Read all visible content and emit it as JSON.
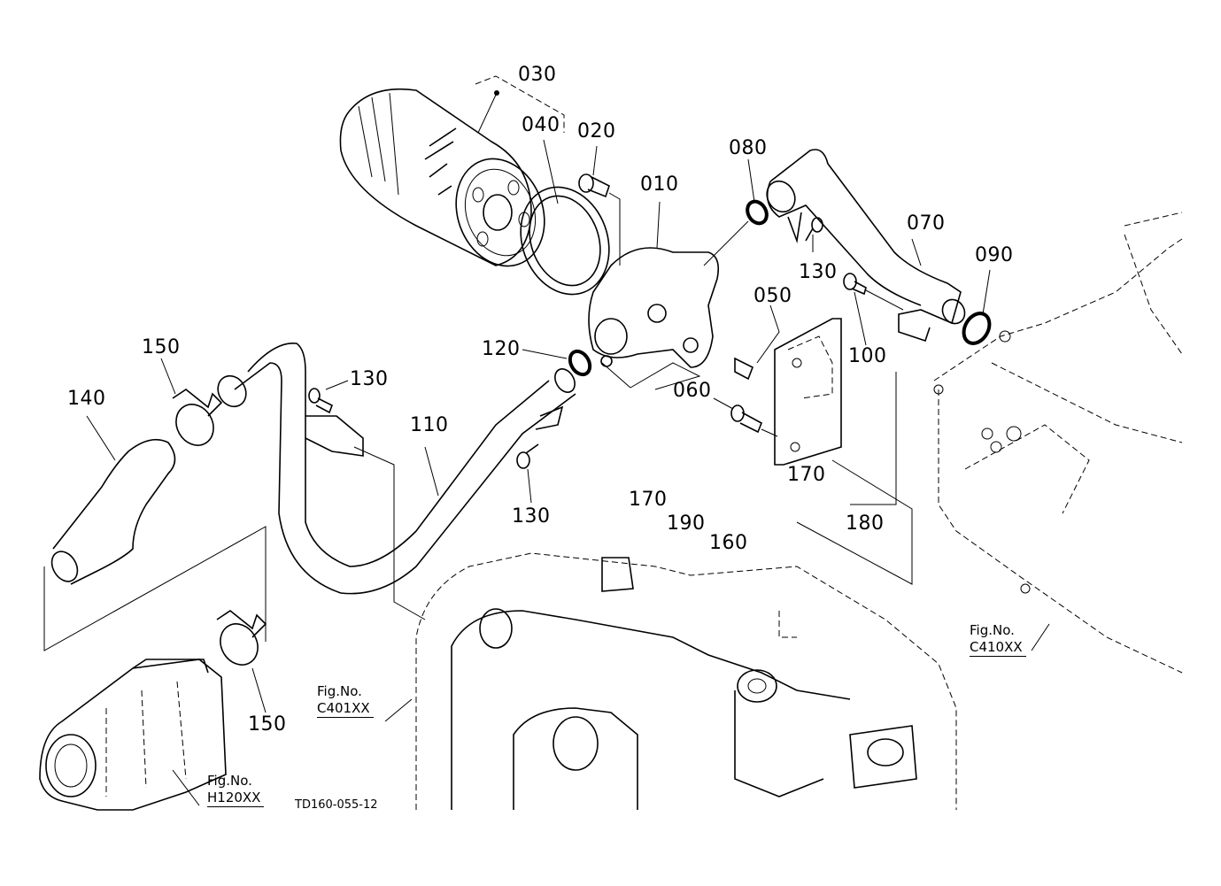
{
  "diagram": {
    "title": "Oil filter and suction pipe assembly",
    "drawing_id": "TD160-055-12",
    "parts": [
      {
        "id": "010",
        "name": "filter-bracket"
      },
      {
        "id": "020",
        "name": "bolt"
      },
      {
        "id": "030",
        "name": "oil-filter-cartridge"
      },
      {
        "id": "040",
        "name": "gasket"
      },
      {
        "id": "050",
        "name": "plate"
      },
      {
        "id": "060",
        "name": "bolt"
      },
      {
        "id": "070",
        "name": "pipe"
      },
      {
        "id": "080",
        "name": "o-ring"
      },
      {
        "id": "090",
        "name": "o-ring"
      },
      {
        "id": "100",
        "name": "bolt"
      },
      {
        "id": "110",
        "name": "pipe"
      },
      {
        "id": "120",
        "name": "o-ring"
      },
      {
        "id": "130",
        "name": "bolt"
      },
      {
        "id": "140",
        "name": "hose"
      },
      {
        "id": "150",
        "name": "clamp"
      },
      {
        "id": "160",
        "name": "pipe"
      },
      {
        "id": "170",
        "name": "o-ring"
      },
      {
        "id": "180",
        "name": "gasket"
      },
      {
        "id": "190",
        "name": "bolt"
      }
    ],
    "labels": {
      "l010": "010",
      "l020": "020",
      "l030": "030",
      "l040": "040",
      "l050": "050",
      "l060": "060",
      "l070": "070",
      "l080": "080",
      "l090": "090",
      "l100": "100",
      "l110": "110",
      "l120": "120",
      "l130a": "130",
      "l130b": "130",
      "l130c": "130",
      "l140": "140",
      "l150a": "150",
      "l150b": "150",
      "l160": "160",
      "l170a": "170",
      "l170b": "170",
      "l180": "180",
      "l190": "190"
    },
    "figure_refs": [
      {
        "prefix": "Fig.No.",
        "code": "C401XX"
      },
      {
        "prefix": "Fig.No.",
        "code": "C410XX"
      },
      {
        "prefix": "Fig.No.",
        "code": "H120XX"
      }
    ]
  }
}
